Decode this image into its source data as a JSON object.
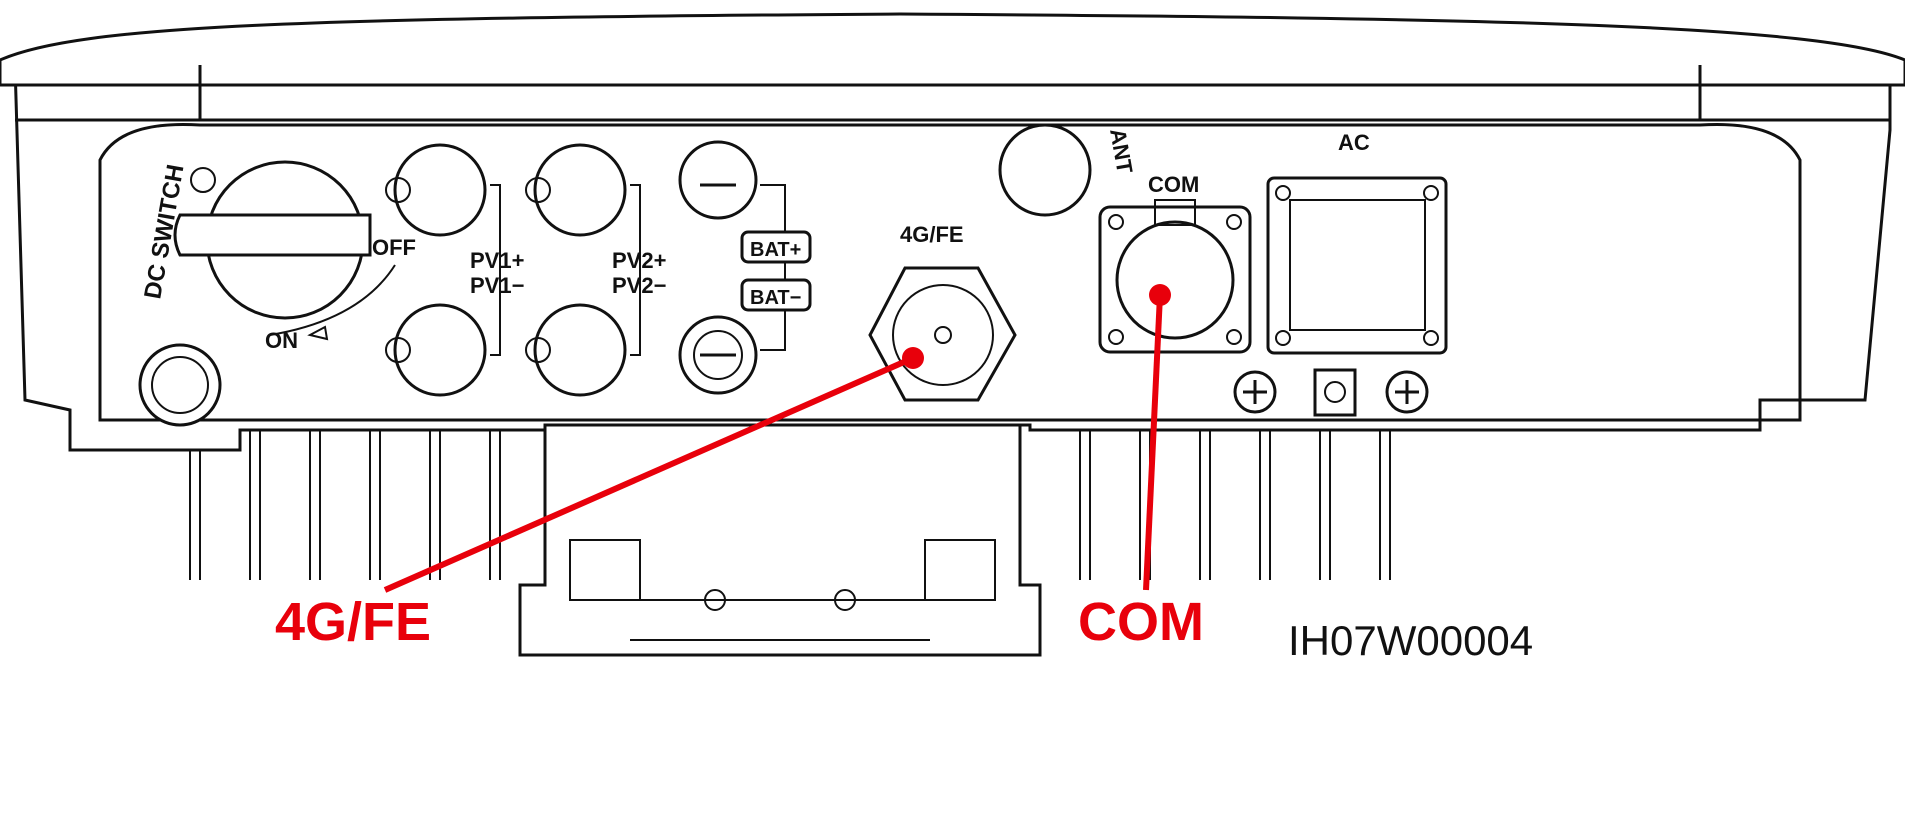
{
  "diagram": {
    "panel_labels": {
      "dc_switch": "DC SWITCH",
      "off": "OFF",
      "on": "ON",
      "pv1_plus": "PV1+",
      "pv1_minus": "PV1−",
      "pv2_plus": "PV2+",
      "pv2_minus": "PV2−",
      "bat_plus": "BAT+",
      "bat_minus": "BAT−",
      "port_4g": "4G/FE",
      "ant": "ANT",
      "com": "COM",
      "ac": "AC"
    },
    "callouts": [
      {
        "label": "4G/FE"
      },
      {
        "label": "COM"
      }
    ],
    "figure_id": "IH07W00004",
    "colors": {
      "callout": "#e8000b",
      "line": "#111111"
    }
  }
}
